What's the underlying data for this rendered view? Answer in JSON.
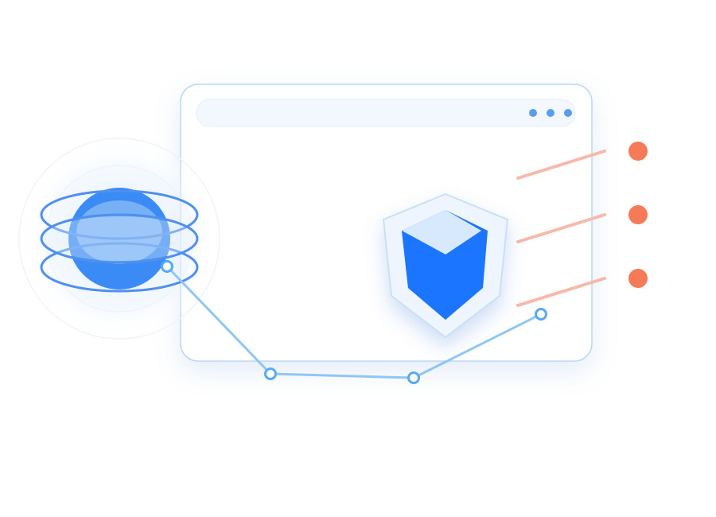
{
  "colors": {
    "background": "#ffffff",
    "window_border": "#bcd8f6",
    "window_fill": "#ffffff",
    "address_bar_fill": "#f3f8fe",
    "address_bar_border": "#e3eefb",
    "window_dots": "#5b9cf0",
    "shield_outer": "#eef5fe",
    "shield_outer_border": "#c9dff8",
    "cube_front": "#1f74ff",
    "cube_top": "#d6e9fd",
    "globe_fill": "#3a8bf5",
    "globe_ring": "#4f8ff0",
    "globe_glow": "#e6f1fd",
    "line_chart": "#8ec7f5",
    "line_chart_node": "#ffffff",
    "accent_lines": "#f6b9ab",
    "accent_dots": "#f47a58"
  },
  "icons": {
    "window_menu": "three-dots-icon",
    "security": "shield-cube-icon",
    "network": "globe-rings-icon"
  },
  "window_menu_dots": 3,
  "accent_items": 3,
  "chart_nodes": 4
}
